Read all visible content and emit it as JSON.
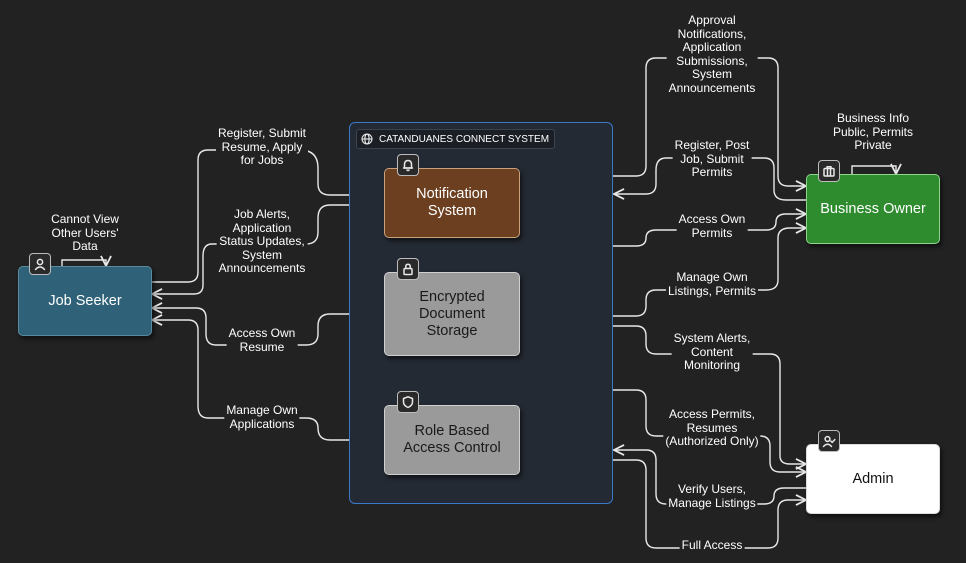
{
  "group": {
    "title": "CATANDUANES CONNECT SYSTEM",
    "icon": "globe-icon"
  },
  "nodes": {
    "job_seeker": {
      "label": "Job Seeker",
      "color": "#2f6178",
      "icon": "user-icon"
    },
    "notification": {
      "label": "Notification\nSystem",
      "color": "#6b3f1f",
      "icon": "bell-icon"
    },
    "storage": {
      "label": "Encrypted\nDocument\nStorage",
      "color": "#9a9a9a",
      "icon": "lock-icon"
    },
    "rbac": {
      "label": "Role Based\nAccess Control",
      "color": "#9a9a9a",
      "icon": "shield-icon"
    },
    "business_owner": {
      "label": "Business Owner",
      "color": "#2e8b2e",
      "icon": "briefcase-icon"
    },
    "admin": {
      "label": "Admin",
      "color": "#ffffff",
      "icon": "user-check-icon"
    }
  },
  "edges": [
    {
      "from": "job_seeker",
      "to": "job_seeker",
      "label": "Cannot View\nOther Users'\nData"
    },
    {
      "from": "job_seeker",
      "to": "notification",
      "label": "Register, Submit\nResume, Apply\nfor Jobs"
    },
    {
      "from": "notification",
      "to": "job_seeker",
      "label": "Job Alerts,\nApplication\nStatus Updates,\nSystem\nAnnouncements"
    },
    {
      "from": "storage",
      "to": "job_seeker",
      "label": "Access Own\nResume"
    },
    {
      "from": "rbac",
      "to": "job_seeker",
      "label": "Manage Own\nApplications"
    },
    {
      "from": "notification",
      "to": "business_owner",
      "label": "Approval\nNotifications,\nApplication\nSubmissions,\nSystem\nAnnouncements"
    },
    {
      "from": "business_owner",
      "to": "notification",
      "label": "Register, Post\nJob, Submit\nPermits"
    },
    {
      "from": "business_owner",
      "to": "business_owner",
      "label": "Business Info\nPublic, Permits\nPrivate"
    },
    {
      "from": "storage",
      "to": "business_owner",
      "label": "Access Own\nPermits"
    },
    {
      "from": "rbac",
      "to": "business_owner",
      "label": "Manage Own\nListings, Permits"
    },
    {
      "from": "notification",
      "to": "admin",
      "label": "System Alerts,\nContent\nMonitoring"
    },
    {
      "from": "storage",
      "to": "admin",
      "label": "Access Permits,\nResumes\n(Authorized Only)"
    },
    {
      "from": "admin",
      "to": "rbac",
      "label": "Verify Users,\nManage Listings"
    },
    {
      "from": "rbac",
      "to": "admin",
      "label": "Full Access"
    }
  ]
}
